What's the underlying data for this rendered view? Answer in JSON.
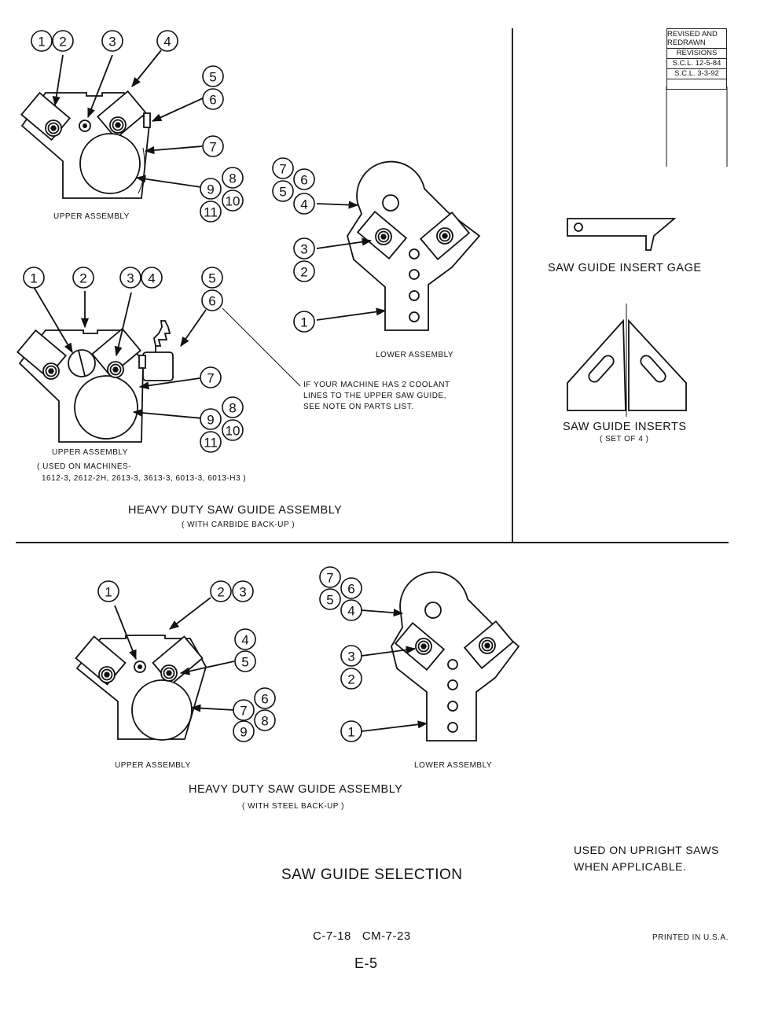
{
  "revision_block": {
    "header": "REVISED AND REDRAWN",
    "title": "REVISIONS",
    "entries": [
      "S.C.L. 12-5-84",
      "S.C.L. 3-3-92"
    ]
  },
  "carbide_section": {
    "upper1_label": "UPPER ASSEMBLY",
    "lower_label": "LOWER ASSEMBLY",
    "upper2_label": "UPPER ASSEMBLY",
    "machines_line1": "( USED ON MACHINES-",
    "machines_line2": "1612-3, 2612-2H, 2613-3, 3613-3, 6013-3, 6013-H3 )",
    "note_line1": "IF YOUR MACHINE HAS 2 COOLANT",
    "note_line2": "LINES TO THE UPPER SAW GUIDE,",
    "note_line3": "SEE NOTE ON PARTS LIST.",
    "title": "HEAVY DUTY SAW GUIDE ASSEMBLY",
    "subtitle": "( WITH CARBIDE BACK-UP )"
  },
  "right_panel": {
    "gage_label": "SAW GUIDE INSERT GAGE",
    "inserts_label": "SAW GUIDE INSERTS",
    "inserts_sub": "( SET OF 4 )"
  },
  "steel_section": {
    "upper_label": "UPPER ASSEMBLY",
    "lower_label": "LOWER ASSEMBLY",
    "title": "HEAVY DUTY SAW GUIDE ASSEMBLY",
    "subtitle": "( WITH STEEL BACK-UP )"
  },
  "footer": {
    "used_line1": "USED ON UPRIGHT SAWS",
    "used_line2": "WHEN APPLICABLE.",
    "page_title": "SAW GUIDE SELECTION",
    "drawing_numbers": "C-7-18   CM-7-23",
    "printed": "PRINTED IN U.S.A.",
    "page_number": "E-5"
  },
  "callouts": {
    "u1": [
      "1",
      "2",
      "3",
      "4",
      "5",
      "6",
      "7",
      "8",
      "9",
      "10",
      "11"
    ],
    "l1": [
      "7",
      "6",
      "5",
      "4",
      "3",
      "2",
      "1"
    ],
    "u2": [
      "1",
      "2",
      "3",
      "4",
      "5",
      "6",
      "7",
      "8",
      "9",
      "10",
      "11"
    ],
    "u3": [
      "1",
      "2",
      "3",
      "4",
      "5",
      "6",
      "7",
      "8",
      "9"
    ],
    "l3": [
      "7",
      "6",
      "5",
      "4",
      "3",
      "2",
      "1"
    ]
  }
}
